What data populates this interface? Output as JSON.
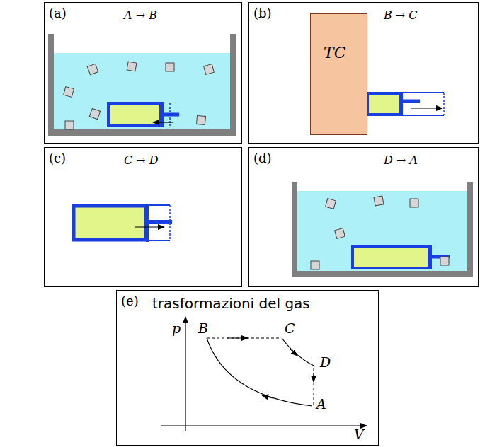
{
  "diagram": {
    "nodes": [
      {
        "text": [
          "(a)",
          "A → B"
        ]
      },
      {
        "text": [
          "(b)",
          "B → C"
        ]
      },
      {
        "text": [
          "TC"
        ],
        "in": 1
      },
      {
        "text": [
          "(c)",
          "C → D"
        ]
      },
      {
        "text": [
          "(d)",
          "D → A"
        ]
      },
      {
        "text": [
          "(e)",
          "trasformazioni del gas"
        ]
      }
    ],
    "labels": [
      "p",
      "V",
      "B",
      "C",
      "D",
      "A"
    ]
  }
}
